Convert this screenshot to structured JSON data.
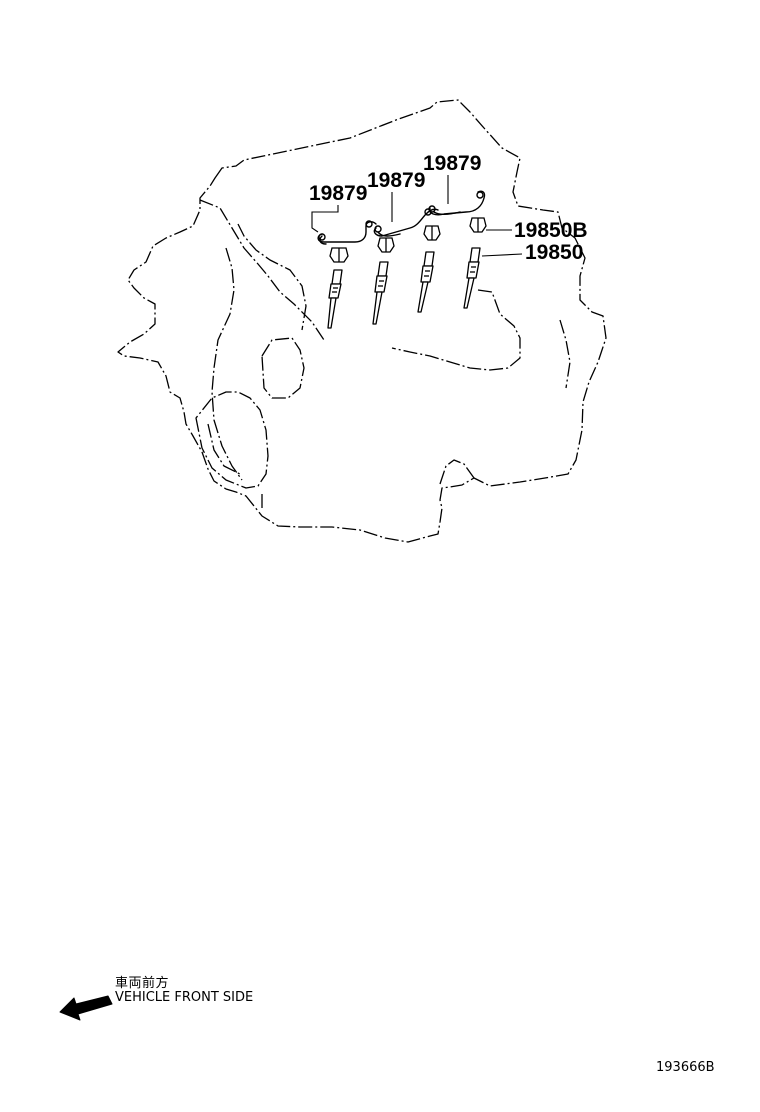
{
  "callouts": {
    "wire_1": "19879",
    "wire_2": "19879",
    "wire_3": "19879",
    "nut": "19850B",
    "glow_plug": "19850"
  },
  "orientation": {
    "label_jp": "車両前方",
    "label_en": "VEHICLE FRONT SIDE",
    "icon": "arrow-left-down-icon"
  },
  "illustration_number": "193666B"
}
